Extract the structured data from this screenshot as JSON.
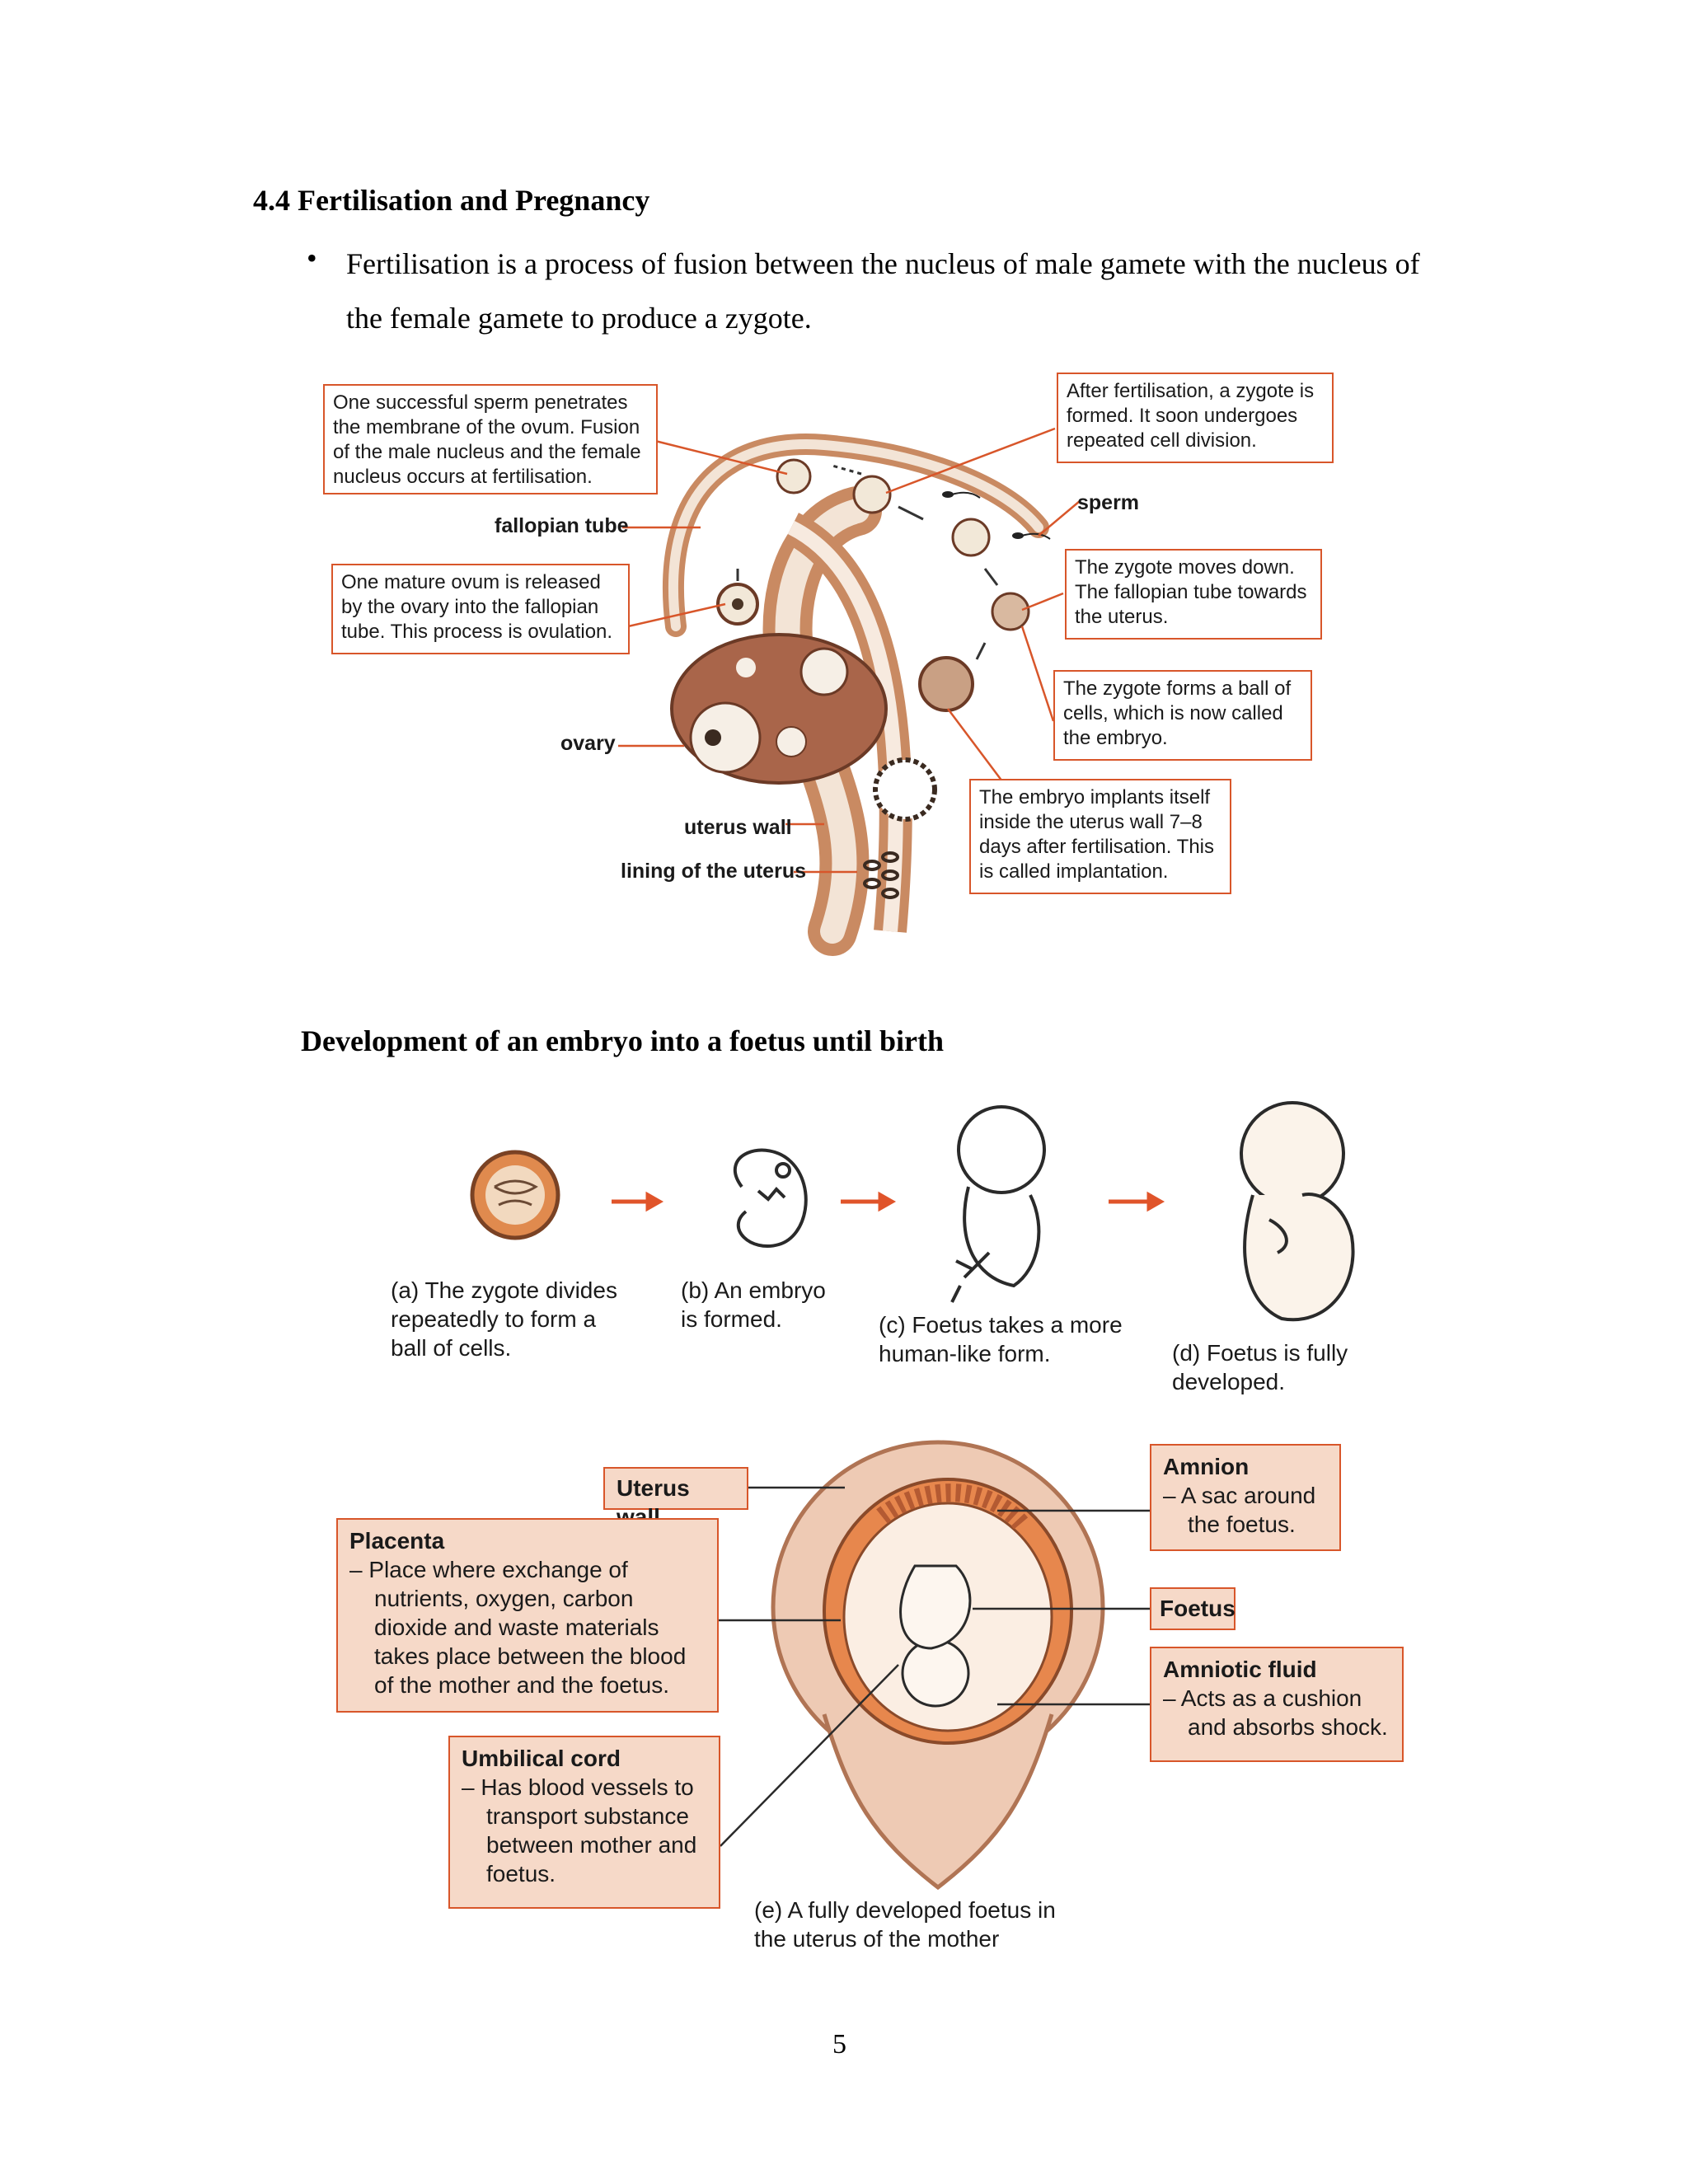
{
  "heading": "4.4 Fertilisation and Pregnancy",
  "bullet_char": "•",
  "bullet_text": "Fertilisation is a process of fusion between the nucleus of male gamete with the nucleus of the female gamete to produce a zygote.",
  "fertilisation_figure": {
    "box_sperm_penetrates": "One successful sperm penetrates the membrane of the ovum. Fusion of the male nucleus and the female nucleus occurs at fertilisation.",
    "label_fallopian_tube": "fallopian tube",
    "box_ovulation": "One mature ovum is released by the ovary into the fallopian tube.  This process is ovulation.",
    "label_ovary": "ovary",
    "label_uterus_wall": "uterus wall",
    "label_lining": "lining of the uterus",
    "box_zygote_formed": "After fertilisation, a zygote is formed. It soon undergoes repeated cell division.",
    "label_sperm": "sperm",
    "box_zygote_moves": "The zygote moves down. The fallopian tube towards the uterus.",
    "box_ball_of_cells": "The zygote forms a ball of cells, which is now called the embryo.",
    "box_implantation": "The embryo implants itself inside the uterus wall 7–8 days after fertilisation. This is called implantation."
  },
  "section_heading": "Development of an embryo into a foetus until birth",
  "development_figure": {
    "stage_a": "(a) The zygote divides repeatedly to form a ball of cells.",
    "stage_b": "(b) An embryo is formed.",
    "stage_c": "(c) Foetus takes a more human-like form.",
    "stage_d": "(d) Foetus is fully developed.",
    "stage_e": "(e) A fully developed foetus in the uterus of the mother",
    "uterus_wall": "Uterus wall",
    "placenta_title": "Placenta",
    "placenta_text": "– Place where exchange of nutrients, oxygen, carbon dioxide and waste materials takes place between the blood of the mother and the foetus.",
    "cord_title": "Umbilical cord",
    "cord_text": "– Has blood vessels to transport substance between mother and foetus.",
    "amnion_title": "Amnion",
    "amnion_text": "– A sac around the foetus.",
    "foetus": "Foetus",
    "fluid_title": "Amniotic fluid",
    "fluid_text": "– Acts as a cushion and absorbs shock."
  },
  "page_number": "5",
  "colors": {
    "accent": "#d8562a",
    "box_fill": "#f6d9c8",
    "tissue": "#c98a62"
  }
}
